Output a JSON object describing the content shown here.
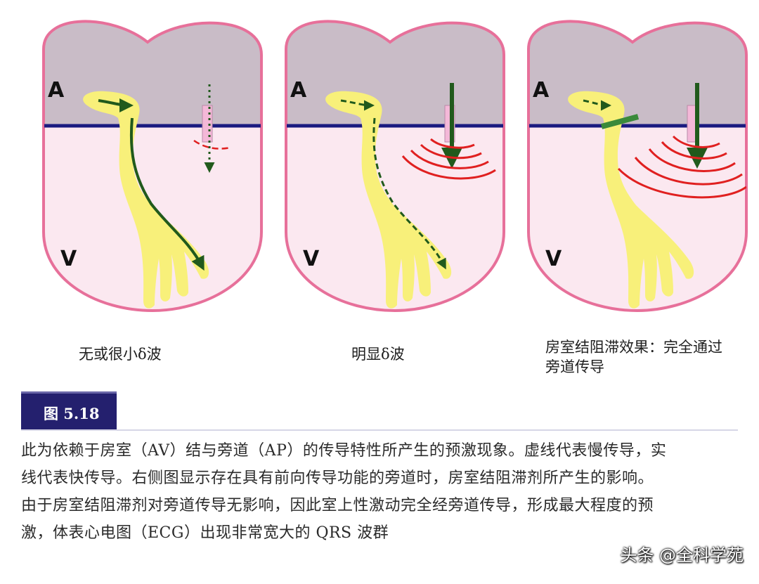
{
  "panels": [
    {
      "caption": "无或很小δ波",
      "atrium_label": "A",
      "ventricle_label": "V"
    },
    {
      "caption": "明显δ波",
      "atrium_label": "A",
      "ventricle_label": "V"
    },
    {
      "caption": "房室结阻滞效果：完全通过旁道传导",
      "atrium_label": "A",
      "ventricle_label": "V"
    }
  ],
  "figure": {
    "label": "图 5.18",
    "description": "此为依赖于房室（AV）结与旁道（AP）的传导特性所产生的预激现象。虚线代表慢传导，实线代表快传导。右侧图显示存在具有前向传导功能的旁道时，房室结阻滞剂所产生的影响。由于房室结阻滞剂对旁道传导无影响，因此室上性激动完全经旁道传导，形成最大程度的预激，体表心电图（ECG）出现非常宽大的 QRS 波群"
  },
  "watermark": "头条 @全科学苑",
  "colors": {
    "atrium_fill": "#c9bcc7",
    "ventricle_fill": "#fbe8f0",
    "outline": "#e7709a",
    "av_plane": "#1a1a80",
    "conduction": "#f8f07a",
    "fast_arrow": "#215a1c",
    "wavefront": "#e02020",
    "accessory_pathway": "#f4b8d8"
  }
}
